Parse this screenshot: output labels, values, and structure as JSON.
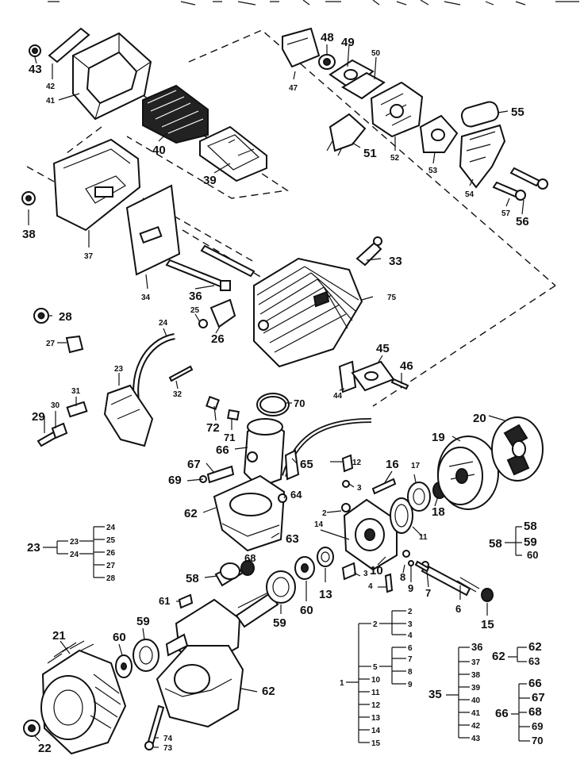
{
  "callouts": {
    "c43": "43",
    "c42": "42",
    "c41": "41",
    "c40": "40",
    "c39": "39",
    "c47": "47",
    "c48": "48",
    "c49": "49",
    "c50": "50",
    "c51": "51",
    "c52": "52",
    "c53": "53",
    "c54": "54",
    "c55": "55",
    "c56": "56",
    "c57": "57",
    "c38": "38",
    "c37": "37",
    "c34": "34",
    "c36": "36",
    "c33": "33",
    "c75": "75",
    "c28": "28",
    "c27": "27",
    "c25": "25",
    "c24": "24",
    "c26": "26",
    "c45": "45",
    "c46": "46",
    "c44": "44",
    "c23": "23",
    "c32": "32",
    "c31": "31",
    "c30": "30",
    "c29": "29",
    "c70": "70",
    "c72": "72",
    "c71": "71",
    "c20": "20",
    "c19": "19",
    "c66": "66",
    "c65": "65",
    "c12": "12",
    "c16": "16",
    "c17": "17",
    "c67": "67",
    "c69": "69",
    "c3a": "3",
    "c62a": "62",
    "c64": "64",
    "c2": "2",
    "c14": "14",
    "c18": "18",
    "c11": "11",
    "c63": "63",
    "c58": "58",
    "c68": "68",
    "c10": "10",
    "c8": "8",
    "c9": "9",
    "c3b": "3",
    "c4": "4",
    "c7": "7",
    "c13": "13",
    "c60": "60",
    "c59": "59",
    "c6": "6",
    "c15": "15",
    "c61": "61",
    "c21": "21",
    "c60b": "60",
    "c59b": "59",
    "c62b": "62",
    "c22": "22",
    "c74": "74",
    "c73": "73"
  },
  "breakdowns": {
    "b23": {
      "parent": "23",
      "sub": "23",
      "sub2": "24",
      "items": [
        "24",
        "25",
        "26",
        "27",
        "28"
      ]
    },
    "b58": {
      "parent": "58",
      "items": [
        "58",
        "59",
        "60"
      ]
    },
    "b1": {
      "parent": "1",
      "g2": {
        "label": "2",
        "items": [
          "2",
          "3",
          "4"
        ]
      },
      "g5": {
        "label": "5",
        "items": [
          "6",
          "7",
          "8",
          "9"
        ]
      },
      "items": [
        "10",
        "11",
        "12",
        "13",
        "14",
        "15"
      ]
    },
    "b35": {
      "parent": "35",
      "items": [
        "36",
        "37",
        "38",
        "39",
        "40",
        "41",
        "42",
        "43"
      ]
    },
    "b62": {
      "parent": "62",
      "items": [
        "62",
        "63"
      ]
    },
    "b66": {
      "parent": "66",
      "items": [
        "66",
        "67",
        "68",
        "69",
        "70"
      ]
    }
  }
}
